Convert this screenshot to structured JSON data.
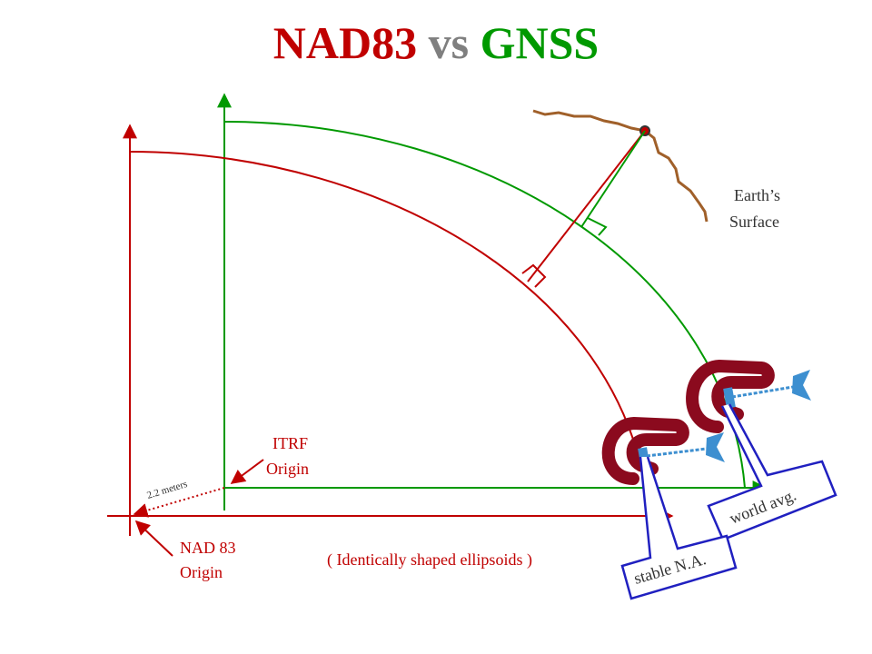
{
  "title": {
    "part1": "NAD83",
    "part2": "vs",
    "part3": "GNSS"
  },
  "labels": {
    "earth_line1": "Earth’s",
    "earth_line2": "Surface",
    "itrf_line1": "ITRF",
    "itrf_line2": "Origin",
    "nad_line1": "NAD 83",
    "nad_line2": "Origin",
    "offset": "2.2 meters",
    "caption": "( Identically shaped ellipsoids )",
    "clamp_world": "world avg.",
    "clamp_stable": "stable N.A."
  },
  "colors": {
    "nad83": "#c00000",
    "itrf": "#009900",
    "title_vs": "#7f7f7f",
    "earth_surface": "#a0602a",
    "clamp_body": "#8b0a1e",
    "clamp_screw": "#3d8fd0",
    "callout": "#2020c0",
    "text": "#333333"
  }
}
